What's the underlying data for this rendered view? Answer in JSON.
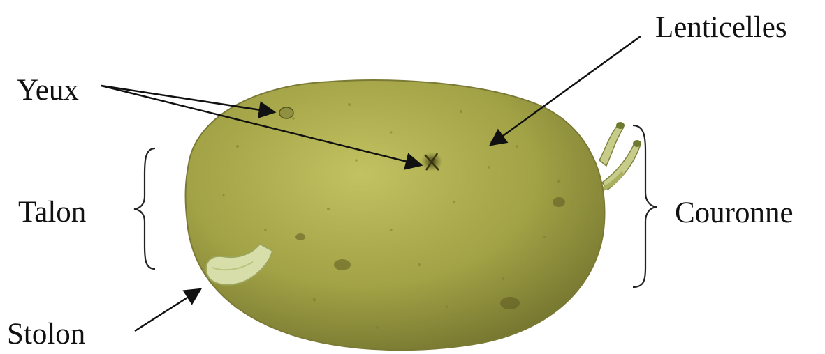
{
  "labels": {
    "lenticelles": "Lenticelles",
    "yeux": "Yeux",
    "talon": "Talon",
    "couronne": "Couronne",
    "stolon": "Stolon"
  },
  "colors": {
    "background": "#ffffff",
    "text": "#111111",
    "tuber_light": "#c2c262",
    "tuber_mid": "#a2a246",
    "tuber_dark": "#6e6f2c",
    "sprout": "#d7deaa"
  }
}
